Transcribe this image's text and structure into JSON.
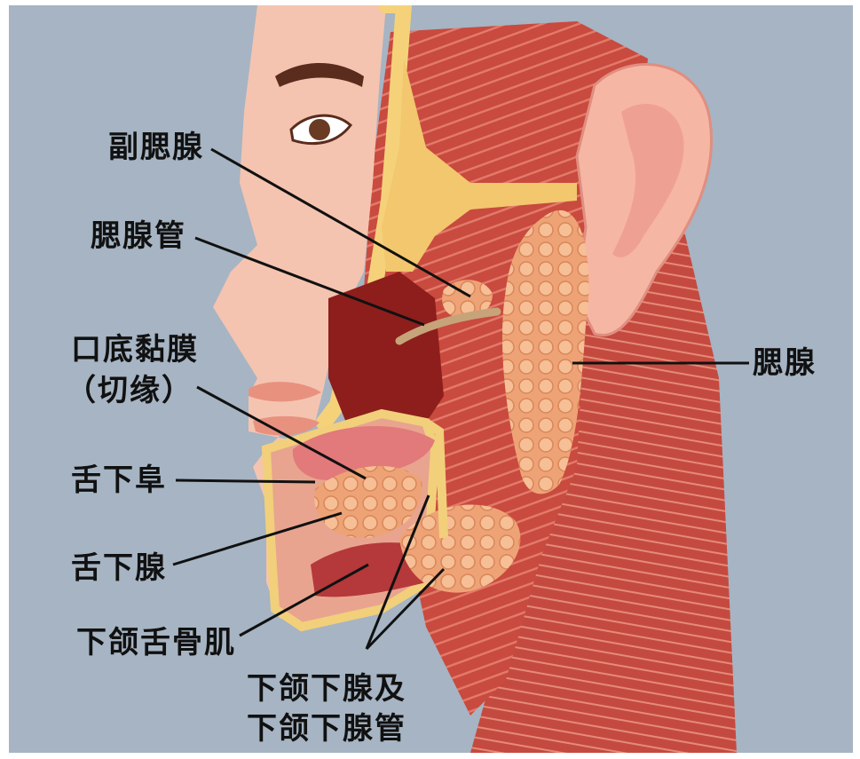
{
  "labels": {
    "accessory_parotid": "副腮腺",
    "parotid_duct": "腮腺管",
    "mouth_floor_line1": "口底黏膜",
    "mouth_floor_line2": "（切缘）",
    "sublingual_caruncle": "舌下阜",
    "sublingual_gland": "舌下腺",
    "mylohyoid": "下颌舌骨肌",
    "submandibular_line1": "下颌下腺及",
    "submandibular_line2": "下颌下腺管",
    "parotid_gland": "腮腺"
  }
}
